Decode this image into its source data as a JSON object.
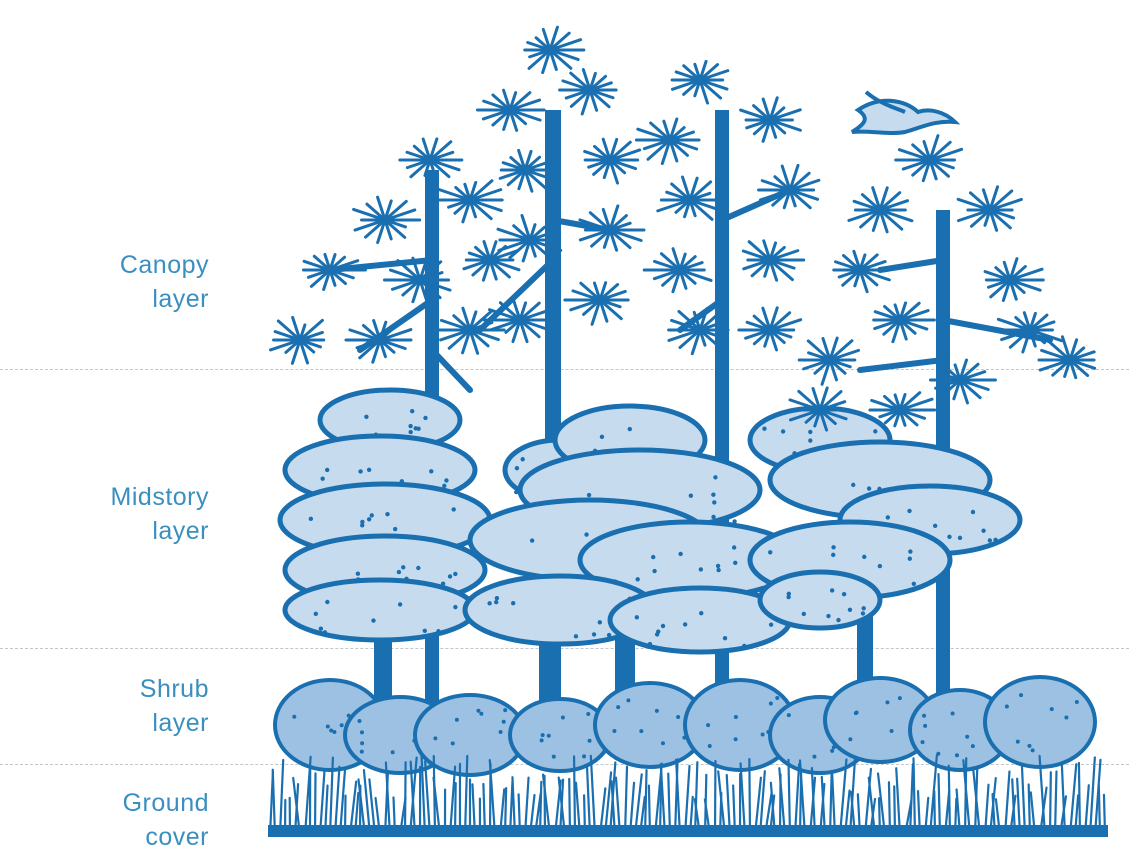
{
  "layers": [
    {
      "line1": "Canopy",
      "line2": "layer"
    },
    {
      "line1": "Midstory",
      "line2": "layer"
    },
    {
      "line1": "Shrub",
      "line2": "layer"
    },
    {
      "line1": "Ground",
      "line2": "cover"
    }
  ],
  "colors": {
    "ink": "#1a6fb0",
    "fill_light": "#c7dbee",
    "fill_mid": "#9cc1e2",
    "label": "#3a8fc0",
    "divider": "#bfc7cd"
  }
}
